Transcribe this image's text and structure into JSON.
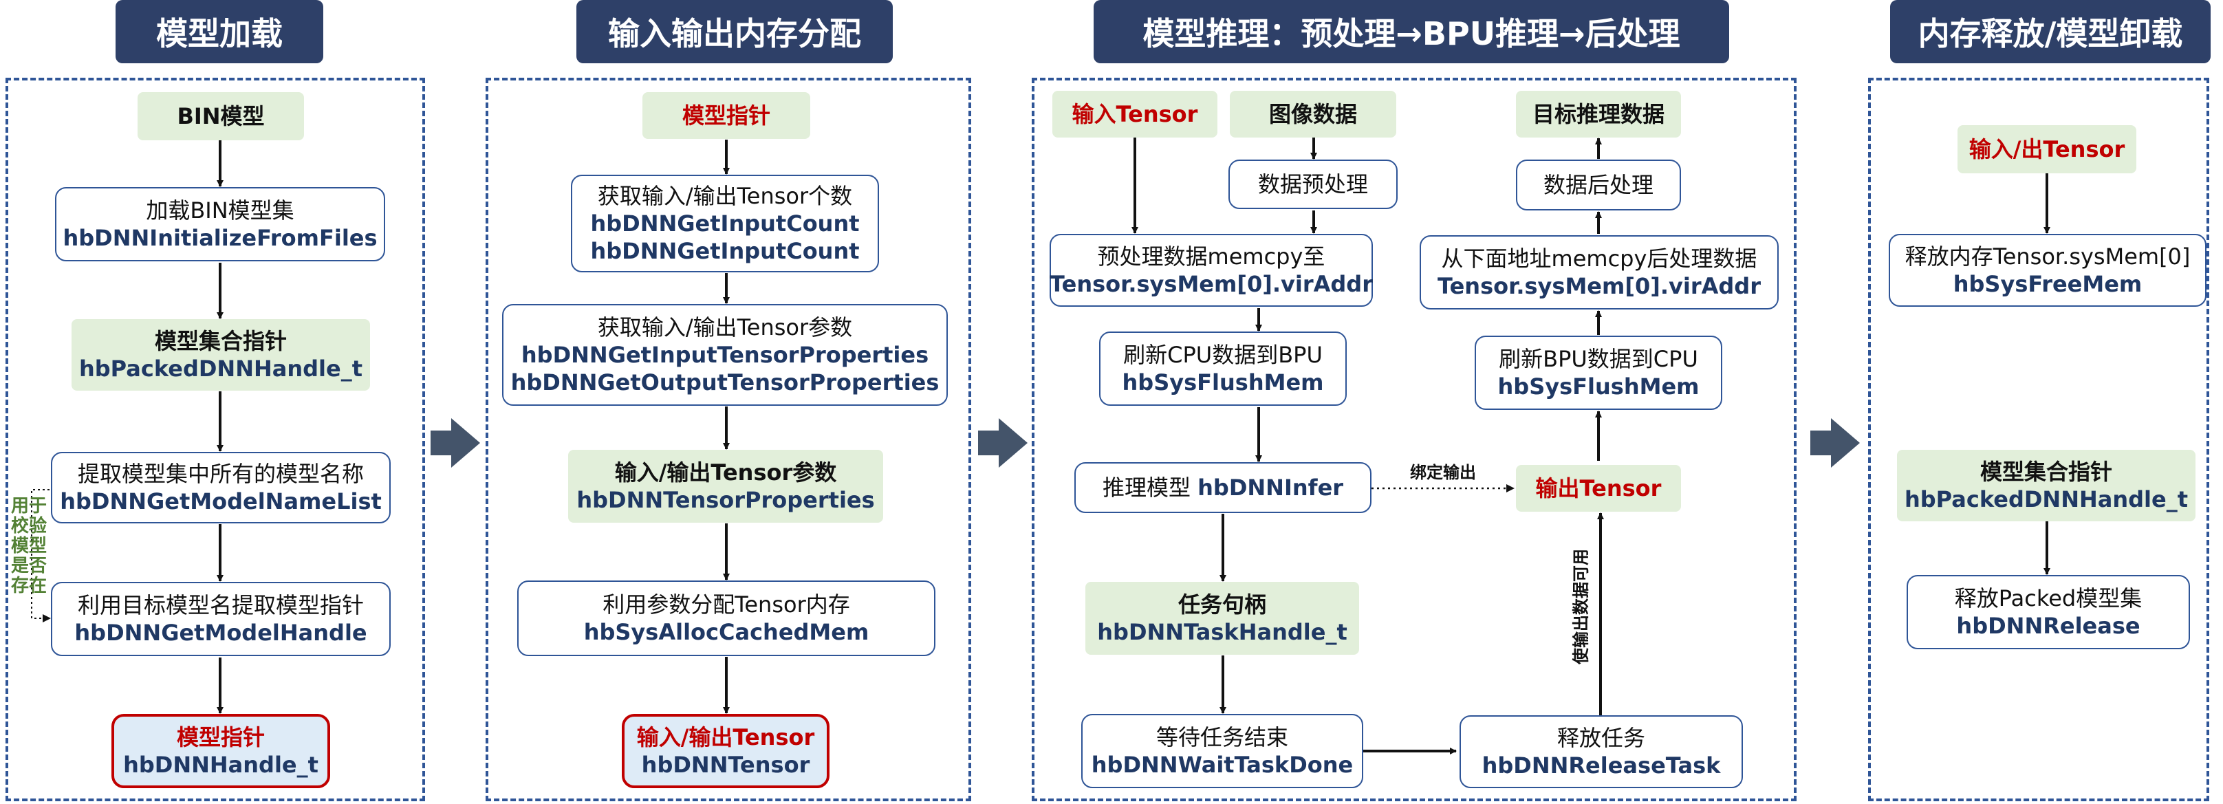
{
  "headers": [
    "模型加载",
    "输入输出内存分配",
    "模型推理：预处理→BPU推理→后处理",
    "内存释放/模型卸载"
  ],
  "p1": {
    "bin": "BIN模型",
    "load": {
      "line1": "加载BIN模型集",
      "line2": "hbDNNInitializeFromFiles"
    },
    "packed": {
      "line1": "模型集合指针",
      "line2": "hbPackedDNNHandle_t"
    },
    "names": {
      "line1": "提取模型集中所有的模型名称",
      "line2": "hbDNNGetModelNameList"
    },
    "handle": {
      "line1": "利用目标模型名提取模型指针",
      "line2": "hbDNNGetModelHandle"
    },
    "model_ptr": {
      "line1": "模型指针",
      "line2": "hbDNNHandle_t"
    },
    "side_note": "用于校验模型是否存在"
  },
  "p2": {
    "model_ptr": "模型指针",
    "count": {
      "line1": "获取输入/输出Tensor个数",
      "line2": "hbDNNGetInputCount",
      "line3": "hbDNNGetInputCount"
    },
    "props": {
      "line1": "获取输入/输出Tensor参数",
      "line2": "hbDNNGetInputTensorProperties",
      "line3": "hbDNNGetOutputTensorProperties"
    },
    "params": {
      "line1": "输入/输出Tensor参数",
      "line2": "hbDNNTensorProperties"
    },
    "alloc": {
      "line1": "利用参数分配Tensor内存",
      "line2": "hbSysAllocCachedMem"
    },
    "tensor": {
      "line1": "输入/输出Tensor",
      "line2": "hbDNNTensor"
    }
  },
  "p3": {
    "in_tensor": "输入Tensor",
    "image": "图像数据",
    "pre": "数据预处理",
    "memcpy_in": {
      "line1": "预处理数据memcpy至",
      "line2": "Tensor.sysMem[0].virAddr"
    },
    "flush_in": {
      "line1": "刷新CPU数据到BPU",
      "line2": "hbSysFlushMem"
    },
    "infer": {
      "line1": "推理模型 ",
      "line2": "hbDNNInfer"
    },
    "task": {
      "line1": "任务句柄",
      "line2": "hbDNNTaskHandle_t"
    },
    "wait": {
      "line1": "等待任务结束",
      "line2": "hbDNNWaitTaskDone"
    },
    "release": {
      "line1": "释放任务",
      "line2": "hbDNNReleaseTask"
    },
    "out_tensor": "输出Tensor",
    "flush_out": {
      "line1": "刷新BPU数据到CPU",
      "line2": "hbSysFlushMem"
    },
    "memcpy_out": {
      "line1": "从下面地址memcpy后处理数据",
      "line2": "Tensor.sysMem[0].virAddr"
    },
    "post": "数据后处理",
    "target": "目标推理数据",
    "bind_label": "绑定输出",
    "valid_label": "使输出数据可用"
  },
  "p4": {
    "tensor": "输入/出Tensor",
    "free": {
      "line1": "释放内存Tensor.sysMem[0]",
      "line2": "hbSysFreeMem"
    },
    "packed": {
      "line1": "模型集合指针",
      "line2": "hbPackedDNNHandle_t"
    },
    "release": {
      "line1": "释放Packed模型集",
      "line2": "hbDNNRelease"
    }
  },
  "colors": {
    "header": "#2E4068",
    "border": "#2F5597",
    "api_text": "#1F3864",
    "key_red": "#C00000",
    "green_fill": "#E2EFDA",
    "blue_fill": "#DEEBF7",
    "note_green": "#538135",
    "arrow_fill": "#44546A"
  }
}
